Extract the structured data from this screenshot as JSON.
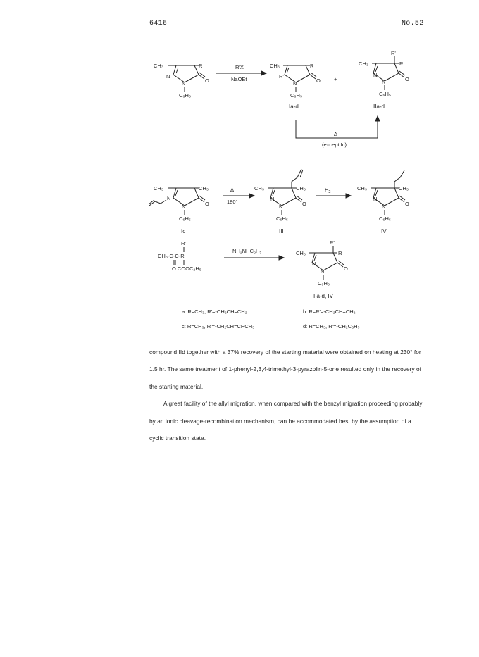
{
  "header": {
    "page_number": "6416",
    "journal_issue": "No.52"
  },
  "scheme1": {
    "reagent_top": "R'X",
    "reagent_bottom": "NaOEt",
    "plus": "+",
    "label_left": "Ia-d",
    "label_right": "IIa-d",
    "heat": "Δ",
    "except": "(except Ic)"
  },
  "scheme2": {
    "heat": "Δ",
    "temperature": "180°",
    "hydrogen": "H",
    "hydrogen_sub": "2",
    "label_ic": "Ic",
    "label_iii": "III",
    "label_iv": "IV"
  },
  "scheme3": {
    "reagent": "NH₂NHC₆H₅",
    "label": "IIa-d, IV"
  },
  "structure_text": {
    "ch3": "CH₃",
    "c6h5": "C₆H₅",
    "n": "N",
    "o": "O",
    "r": "R",
    "r_prime": "R'"
  },
  "ketoester": {
    "line1": "R'",
    "line2": "CH₃-C-C-R",
    "line3": "O  COOC₂H₅"
  },
  "substituents": {
    "a": "a:  R=CH₃,  R'=-CH₂CH=CH₂",
    "b": "b:  R=R'=-CH₂CH=CH₂",
    "c": "c:  R=CH₃,  R'=-CH₂CH=CHCH₃",
    "d": "d:  R=CH₃,  R'=-CH₂C₆H₅"
  },
  "paragraphs": [
    "compound IId together with a 37% recovery of the starting material were obtained on heating at 230° for 1.5 hr.  The same treatment of 1-phenyl-2,3,4-trimethyl-3-pyrazolin-5-one resulted only in the recovery of the starting material.",
    "A great facility of the allyl migration, when compared with the benzyl migration proceeding probably by an ionic cleavage-recombination mechanism, can be accommodated best by the assumption of a cyclic transition state."
  ]
}
